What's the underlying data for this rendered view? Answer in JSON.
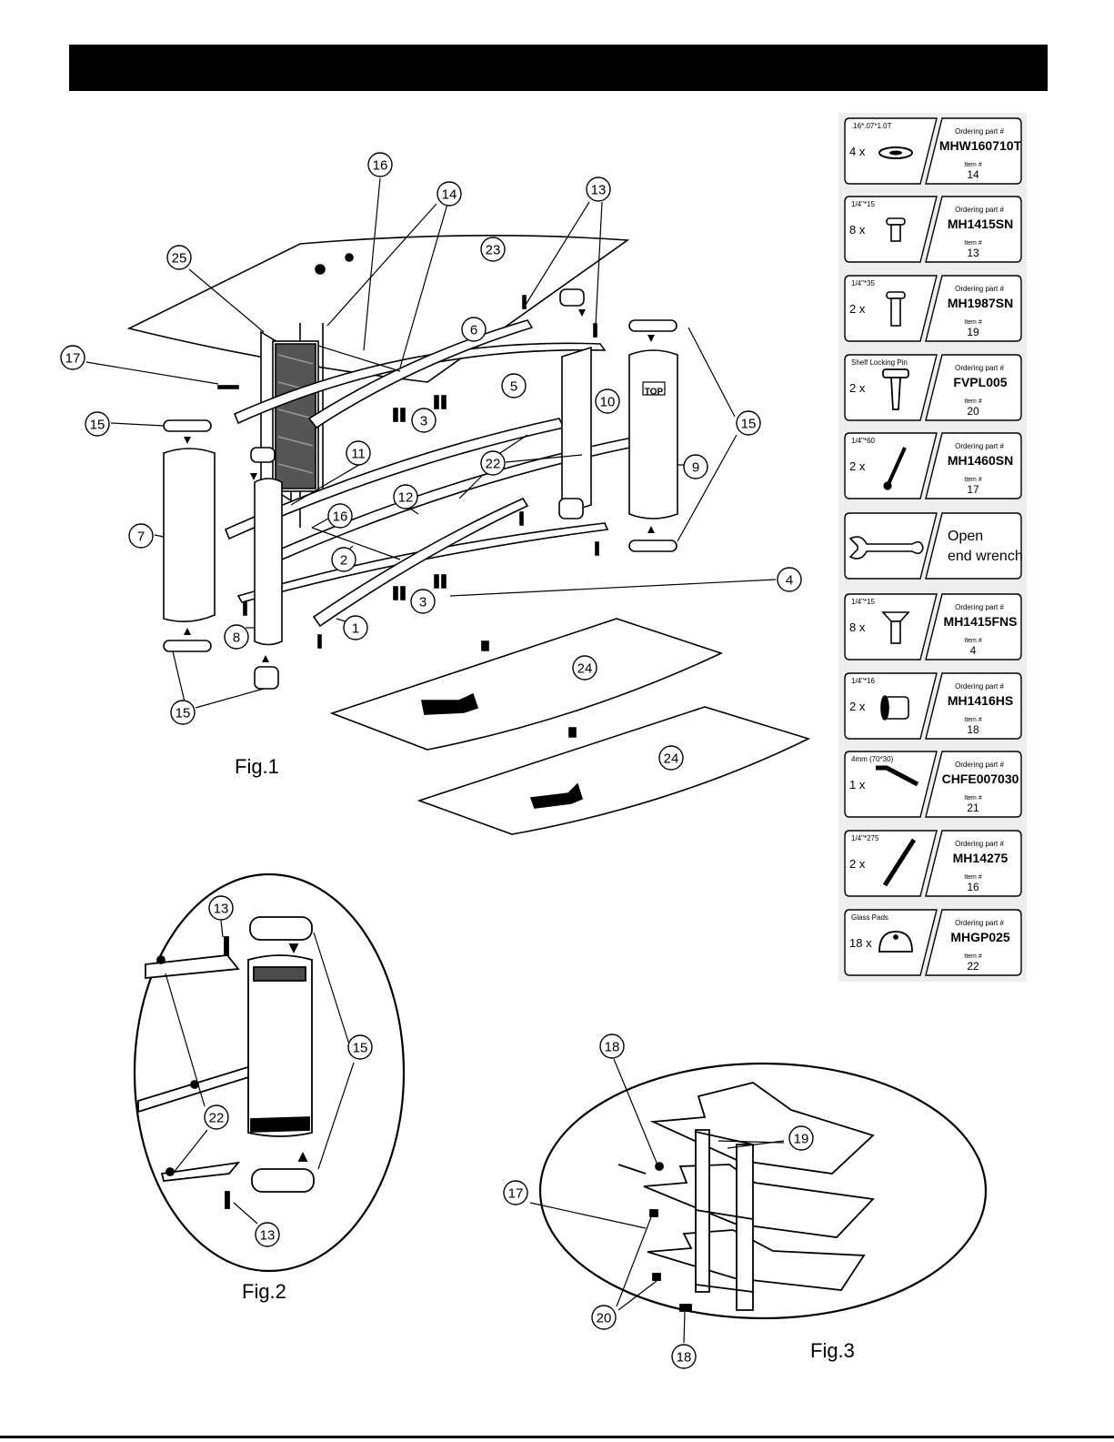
{
  "figures": {
    "fig1": {
      "label": "Fig.1",
      "callouts": [
        "16",
        "14",
        "13",
        "25",
        "23",
        "6",
        "5",
        "17",
        "3",
        "10",
        "15",
        "15",
        "11",
        "22",
        "9",
        "12",
        "16",
        "7",
        "2",
        "4",
        "3",
        "1",
        "8",
        "24",
        "15",
        "24"
      ],
      "top_label": "TOP"
    },
    "fig2": {
      "label": "Fig.2",
      "callouts": [
        "13",
        "15",
        "22",
        "13"
      ]
    },
    "fig3": {
      "label": "Fig.3",
      "callouts": [
        "18",
        "19",
        "17",
        "20",
        "18"
      ]
    }
  },
  "parts": [
    {
      "spec": ".16*.07*1.0T",
      "qty": "4 x",
      "ordering_label": "Ordering part #",
      "part_no": "MHW160710T",
      "item_label": "Item #",
      "item": "14",
      "icon": "washer-icon"
    },
    {
      "spec": "1/4\"*15",
      "qty": "8 x",
      "ordering_label": "Ordering part #",
      "part_no": "MH1415SN",
      "item_label": "Item #",
      "item": "13",
      "icon": "short-bolt-icon"
    },
    {
      "spec": "1/4\"*35",
      "qty": "2 x",
      "ordering_label": "Ordering part #",
      "part_no": "MH1987SN",
      "item_label": "Item #",
      "item": "19",
      "icon": "bolt-icon"
    },
    {
      "spec": "Shelf Locking Pin",
      "qty": "2 x",
      "ordering_label": "Ordering part #",
      "part_no": "FVPL005",
      "item_label": "Item #",
      "item": "20",
      "icon": "locking-pin-icon"
    },
    {
      "spec": "1/4\"*60",
      "qty": "2 x",
      "ordering_label": "Ordering part #",
      "part_no": "MH1460SN",
      "item_label": "Item #",
      "item": "17",
      "icon": "long-bolt-icon"
    },
    {
      "spec": "",
      "qty": "",
      "ordering_label": "",
      "part_no": "",
      "item_label": "",
      "item": "",
      "icon": "wrench-icon",
      "wrench_line1": "Open",
      "wrench_line2": "end wrench"
    },
    {
      "spec": "1/4\"*15",
      "qty": "8 x",
      "ordering_label": "Ordering part #",
      "part_no": "MH1415FNS",
      "item_label": "Item #",
      "item": "4",
      "icon": "flat-head-screw-icon"
    },
    {
      "spec": "1/4\"*16",
      "qty": "2 x",
      "ordering_label": "Ordering part #",
      "part_no": "MH1416HS",
      "item_label": "Item #",
      "item": "18",
      "icon": "barrel-nut-icon"
    },
    {
      "spec": "4mm (70*30)",
      "qty": "1 x",
      "ordering_label": "Ordering part #",
      "part_no": "CHFE007030",
      "item_label": "Item #",
      "item": "21",
      "icon": "allen-key-icon"
    },
    {
      "spec": "1/4\"*275",
      "qty": "2 x",
      "ordering_label": "Ordering part #",
      "part_no": "MH14275",
      "item_label": "Item #",
      "item": "16",
      "icon": "threaded-rod-icon"
    },
    {
      "spec": "Glass Pads",
      "qty": "18 x",
      "ordering_label": "Ordering part #",
      "part_no": "MHGP025",
      "item_label": "Item #",
      "item": "22",
      "icon": "glass-pad-icon"
    }
  ]
}
